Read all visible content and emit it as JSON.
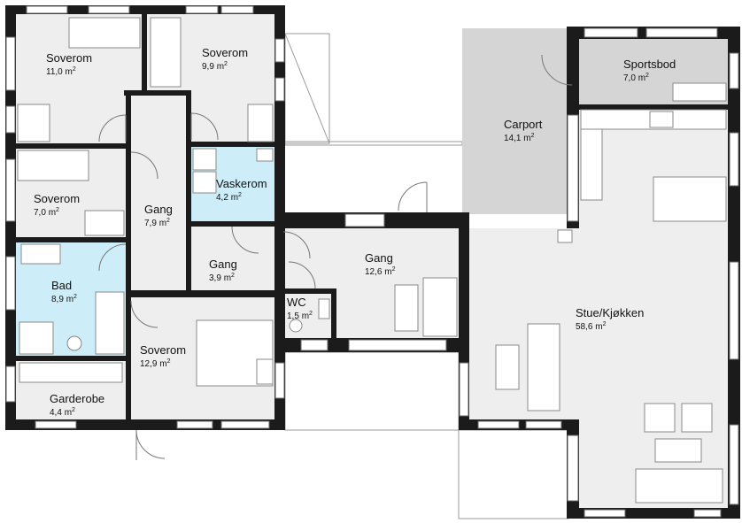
{
  "area_unit": "m",
  "area_exponent": "2",
  "colors": {
    "floor": "#eeeeee",
    "wet_room": "#cdeef8",
    "carport": "#d5d5d5",
    "wall": "#1b1b1b",
    "window": "#ffffff",
    "fixture_line": "#8a8a8a"
  },
  "rooms": [
    {
      "id": "soverom-1",
      "name": "Soverom",
      "area": "11,0",
      "type": "dry"
    },
    {
      "id": "soverom-2",
      "name": "Soverom",
      "area": "9,9",
      "type": "dry"
    },
    {
      "id": "soverom-3",
      "name": "Soverom",
      "area": "7,0",
      "type": "dry"
    },
    {
      "id": "gang-1",
      "name": "Gang",
      "area": "7,9",
      "type": "dry"
    },
    {
      "id": "vaskerom",
      "name": "Vaskerom",
      "area": "4,2",
      "type": "wet"
    },
    {
      "id": "gang-2",
      "name": "Gang",
      "area": "3,9",
      "type": "dry"
    },
    {
      "id": "bad",
      "name": "Bad",
      "area": "8,9",
      "type": "wet"
    },
    {
      "id": "wc",
      "name": "WC",
      "area": "1,5",
      "type": "wet"
    },
    {
      "id": "gang-3",
      "name": "Gang",
      "area": "12,6",
      "type": "dry"
    },
    {
      "id": "soverom-4",
      "name": "Soverom",
      "area": "12,9",
      "type": "dry"
    },
    {
      "id": "garderobe",
      "name": "Garderobe",
      "area": "4,4",
      "type": "dry"
    },
    {
      "id": "carport",
      "name": "Carport",
      "area": "14,1",
      "type": "carport"
    },
    {
      "id": "sportsbod",
      "name": "Sportsbod",
      "area": "7,0",
      "type": "carport"
    },
    {
      "id": "stue-kjokken",
      "name": "Stue/Kjøkken",
      "area": "58,6",
      "type": "dry"
    }
  ]
}
